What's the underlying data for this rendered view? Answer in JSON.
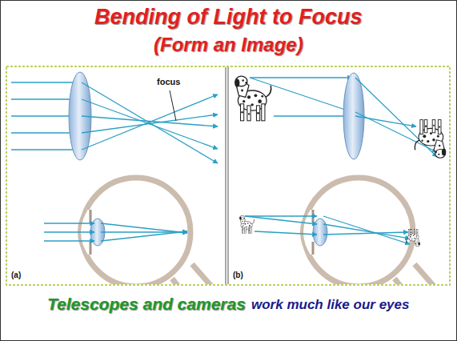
{
  "diagram": {
    "title": "Bending of Light to Focus",
    "labels": [
      "(Form an Image)",
      "focus",
      "(a)",
      "(b)",
      "Telescopes and cameras",
      "work much like our eyes"
    ]
  }
}
